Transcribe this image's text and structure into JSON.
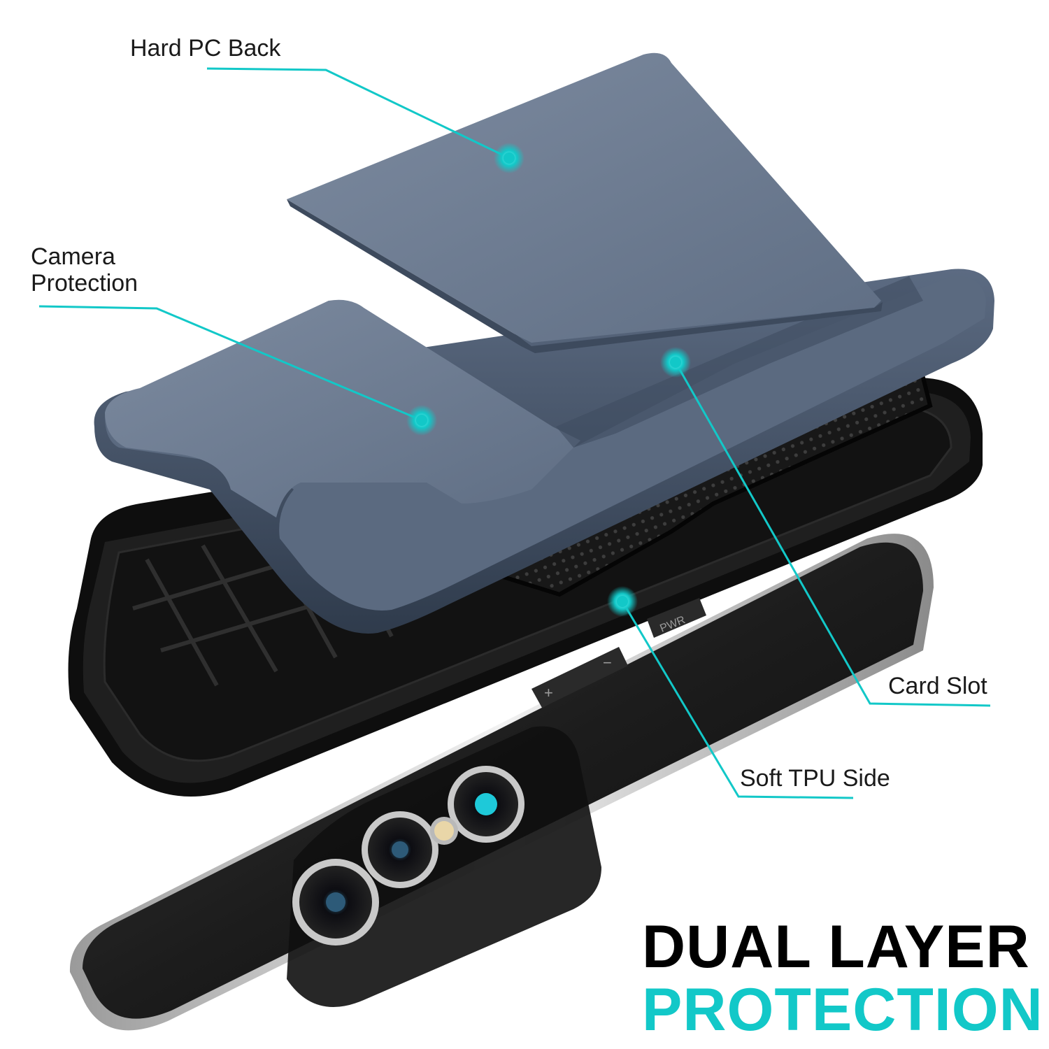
{
  "colors": {
    "accent": "#12C8C8",
    "case_blue": "#4A5A70",
    "case_blue_light": "#6E7D92",
    "case_blue_dark": "#2F3B4C",
    "tpu_black": "#141414",
    "text": "#1A1A1A"
  },
  "callouts": {
    "hard_pc_back": "Hard PC Back",
    "camera_protection_line1": "Camera",
    "camera_protection_line2": "Protection",
    "card_slot": "Card Slot",
    "soft_tpu_side": "Soft TPU Side"
  },
  "button_labels": {
    "power": "PWR",
    "volume_up": "+",
    "volume_down": "−"
  },
  "headline": {
    "line1": "DUAL LAYER",
    "line2": "PROTECTION"
  }
}
